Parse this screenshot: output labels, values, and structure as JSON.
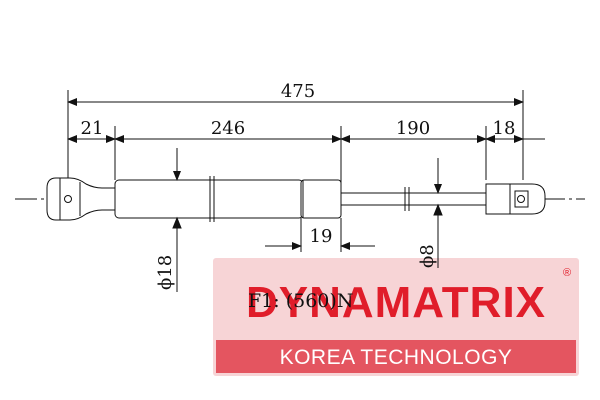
{
  "dimensions": {
    "total_length": "475",
    "end_left": "21",
    "body_length": "246",
    "rod_length": "190",
    "end_right": "18",
    "seal_length": "19",
    "body_diameter": "ϕ18",
    "rod_diameter": "ϕ8"
  },
  "force_label": "F1: (560)N",
  "brand": {
    "name": "DYNAMATRIX",
    "registered_mark": "®",
    "tagline": "KOREA TECHNOLOGY",
    "color": "#e01d2a",
    "tagline_bg": "#e45560"
  },
  "colors": {
    "line": "#111111",
    "watermark_bg": "#f7d4d6"
  }
}
